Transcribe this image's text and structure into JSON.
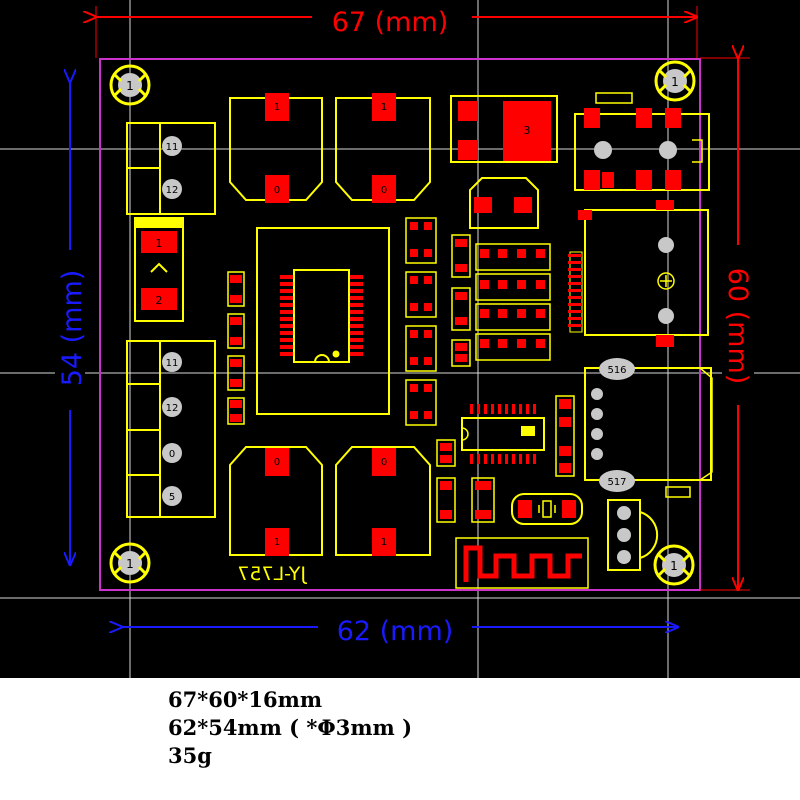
{
  "dimensions": {
    "width_total": "67 (mm)",
    "width_holes": "62 (mm)",
    "height_holes": "54 (mm)",
    "height_total": "60 (mm)"
  },
  "board": {
    "silkscreen_label": "JY-L757"
  },
  "labels": {
    "mount_hole": "1",
    "pad_1": "1",
    "pad_0": "0",
    "pad_2": "2",
    "pad_3": "3",
    "terminal_11": "11",
    "terminal_12": "12",
    "terminal_0": "0",
    "terminal_5": "5",
    "connector_top": "516",
    "connector_bottom": "517"
  },
  "specs": [
    "67*60*16mm",
    "62*54mm ( *Φ3mm )",
    "35g"
  ],
  "colors": {
    "background": "#000000",
    "silkscreen": "#ffff00",
    "copper": "#ff0000",
    "board_outline": "#cc33cc",
    "dimension_red": "#ff0000",
    "dimension_blue": "#1a1aff",
    "guide_lines": "#ffffff",
    "pad_label_bg": "#c8c8c8"
  }
}
